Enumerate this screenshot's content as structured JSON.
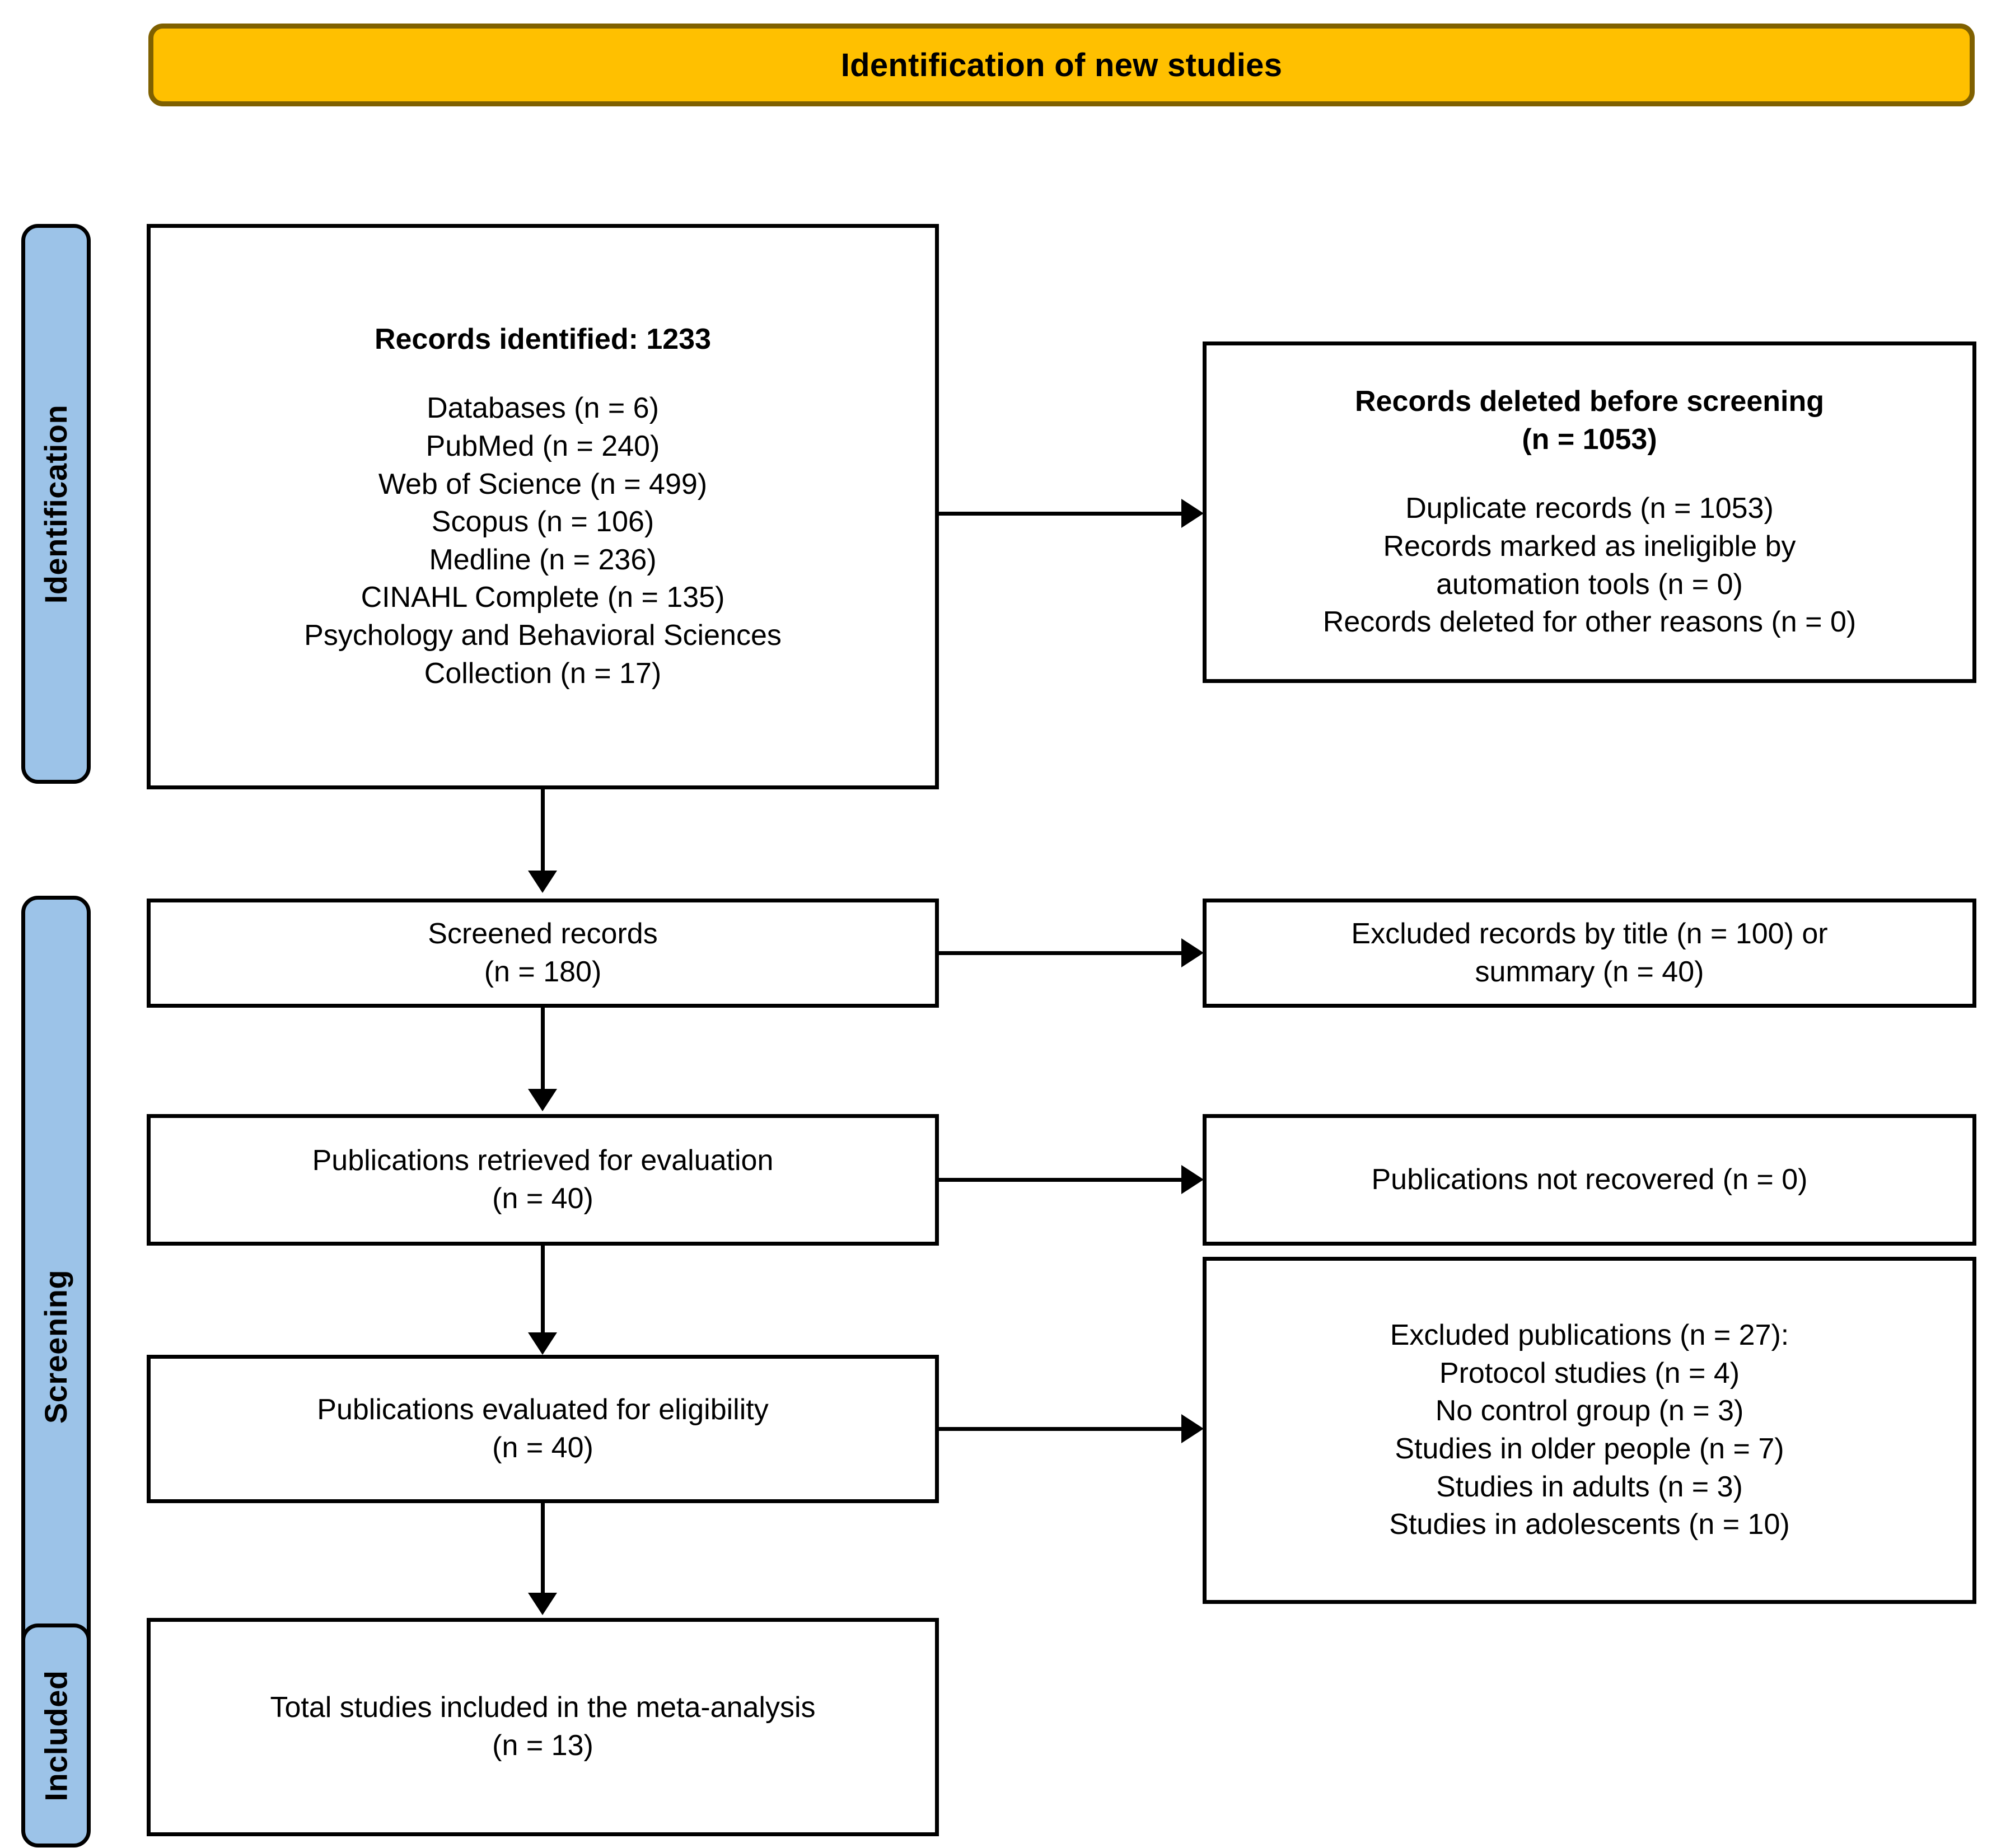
{
  "banner": {
    "title": "Identification of new studies",
    "fill_color": "#FFC000",
    "border_color": "#7F6000"
  },
  "stages": [
    {
      "key": "identification",
      "label": "Identification",
      "fill_color": "#9CC3E8"
    },
    {
      "key": "screening",
      "label": "Screening",
      "fill_color": "#9CC3E8"
    },
    {
      "key": "included",
      "label": "Included",
      "fill_color": "#9CC3E8"
    }
  ],
  "boxes": {
    "records_identified": {
      "heading": "Records identified: 1233",
      "lines": [
        "Databases (n = 6)",
        "PubMed (n = 240)",
        "Web of Science (n = 499)",
        "Scopus (n = 106)",
        "Medline (n = 236)",
        "CINAHL Complete (n = 135)",
        "Psychology and Behavioral Sciences",
        "Collection (n = 17)"
      ]
    },
    "records_deleted": {
      "heading_line1": "Records deleted before screening",
      "heading_line2": "(n = 1053)",
      "lines": [
        "Duplicate records (n = 1053)",
        "Records marked as ineligible by",
        "automation tools (n = 0)",
        "Records deleted for other reasons (n = 0)"
      ]
    },
    "screened_records": {
      "lines": [
        "Screened records",
        "(n = 180)"
      ]
    },
    "excluded_records": {
      "lines": [
        "Excluded records by title (n = 100) or",
        "summary (n = 40)"
      ]
    },
    "publications_retrieved": {
      "lines": [
        "Publications retrieved for evaluation",
        "(n = 40)"
      ]
    },
    "publications_not_recovered": {
      "lines": [
        "Publications not recovered (n = 0)"
      ]
    },
    "publications_evaluated": {
      "lines": [
        "Publications evaluated for eligibility",
        "(n = 40)"
      ]
    },
    "excluded_publications": {
      "lines": [
        "Excluded publications (n = 27):",
        "Protocol studies (n = 4)",
        "No control group (n = 3)",
        "Studies in older people (n = 7)",
        "Studies in adults (n = 3)",
        "Studies in adolescents (n = 10)"
      ]
    },
    "total_included": {
      "lines": [
        "Total studies included in the meta-analysis",
        "(n = 13)"
      ]
    }
  }
}
